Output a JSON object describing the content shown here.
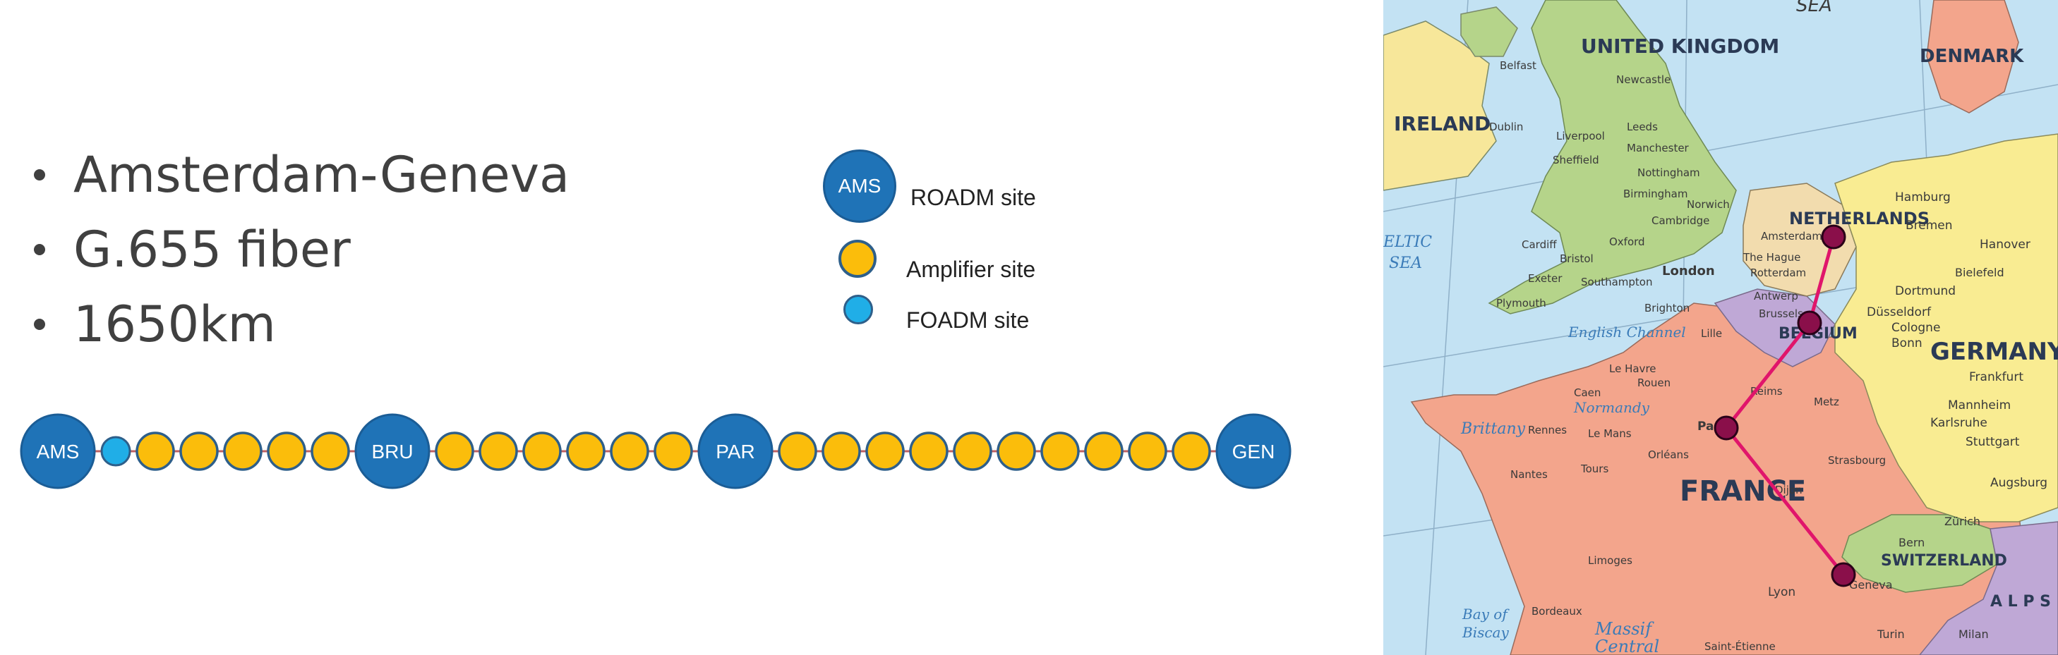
{
  "bullets": [
    "Amsterdam-Geneva",
    "G.655 fiber",
    "1650km"
  ],
  "legend": {
    "roadm_code": "AMS",
    "roadm_label": "ROADM site",
    "amplifier_label": "Amplifier site",
    "foadm_label": "FOADM site"
  },
  "chain": [
    {
      "type": "roadm",
      "label": "AMS"
    },
    {
      "type": "foadm"
    },
    {
      "type": "amp"
    },
    {
      "type": "amp"
    },
    {
      "type": "amp"
    },
    {
      "type": "amp"
    },
    {
      "type": "amp"
    },
    {
      "type": "roadm",
      "label": "BRU"
    },
    {
      "type": "amp"
    },
    {
      "type": "amp"
    },
    {
      "type": "amp"
    },
    {
      "type": "amp"
    },
    {
      "type": "amp"
    },
    {
      "type": "amp"
    },
    {
      "type": "roadm",
      "label": "PAR"
    },
    {
      "type": "amp"
    },
    {
      "type": "amp"
    },
    {
      "type": "amp"
    },
    {
      "type": "amp"
    },
    {
      "type": "amp"
    },
    {
      "type": "amp"
    },
    {
      "type": "amp"
    },
    {
      "type": "amp"
    },
    {
      "type": "amp"
    },
    {
      "type": "amp"
    },
    {
      "type": "roadm",
      "label": "GEN"
    }
  ],
  "colors": {
    "roadm": "#1f73b7",
    "amplifier": "#fbbd0b",
    "foadm": "#20aee7",
    "route": "#e0156b",
    "route_node": "#8a0f4a"
  },
  "map": {
    "sea_top": "SEA",
    "countries": {
      "uk": "UNITED KINGDOM",
      "ireland": "IRELAND",
      "denmark": "DENMARK",
      "netherlands": "NETHERLANDS",
      "belgium": "BELGIUM",
      "germany": "GERMANY",
      "france": "FRANCE",
      "switzerland": "SWITZERLAND",
      "alps": "A L P S"
    },
    "seas": {
      "celtic_1": "ELTIC",
      "celtic_2": "SEA",
      "channel": "English Channel",
      "biscay_1": "Bay of",
      "biscay_2": "Biscay"
    },
    "regions": {
      "brittany": "Brittany",
      "normandy": "Normandy",
      "massif_1": "Massif",
      "massif_2": "Central"
    },
    "cities": {
      "dublin": "Dublin",
      "belfast": "Belfast",
      "newcastle": "Newcastle",
      "leeds": "Leeds",
      "manchester": "Manchester",
      "liverpool": "Liverpool",
      "sheffield": "Sheffield",
      "nottingham": "Nottingham",
      "birmingham": "Birmingham",
      "norwich": "Norwich",
      "cambridge": "Cambridge",
      "oxford": "Oxford",
      "bristol": "Bristol",
      "cardiff": "Cardiff",
      "london": "London",
      "southampton": "Southampton",
      "plymouth": "Plymouth",
      "brighton": "Brighton",
      "exeter": "Exeter",
      "amsterdam": "Amsterdam",
      "thehague": "The Hague",
      "rotterdam": "Rotterdam",
      "antwerp": "Antwerp",
      "brussels": "Brussels",
      "lille": "Lille",
      "lehavre": "Le Havre",
      "rouen": "Rouen",
      "paris": "Paris",
      "caen": "Caen",
      "rennes": "Rennes",
      "nantes": "Nantes",
      "leman": "Le Mans",
      "orleans": "Orléans",
      "tours": "Tours",
      "reims": "Reims",
      "metz": "Metz",
      "strasbourg": "Strasbourg",
      "dijon": "Dijon",
      "lyon": "Lyon",
      "limoges": "Limoges",
      "bordeaux": "Bordeaux",
      "hamburg": "Hamburg",
      "bremen": "Bremen",
      "hanover": "Hanover",
      "bielefeld": "Bielefeld",
      "dortmund": "Dortmund",
      "dusseldorf": "Düsseldorf",
      "cologne": "Cologne",
      "bonn": "Bonn",
      "frankfurt": "Frankfurt",
      "mannheim": "Mannheim",
      "karlsruhe": "Karlsruhe",
      "stuttgart": "Stuttgart",
      "augsburg": "Augsburg",
      "zurich": "Zürich",
      "bern": "Bern",
      "geneva": "Geneva",
      "turin": "Turin",
      "milan": "Milan",
      "saintetienne": "Saint-Étienne"
    }
  }
}
